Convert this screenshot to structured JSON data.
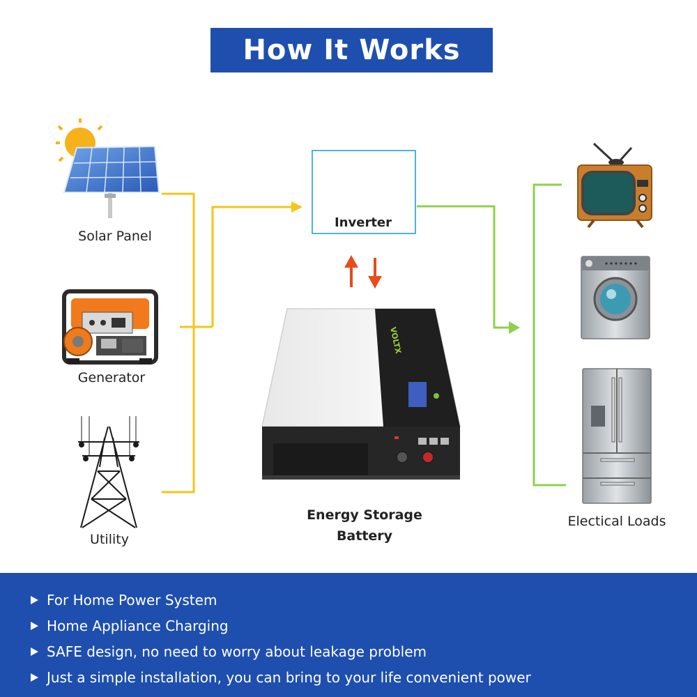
{
  "title": "How It Works",
  "sources": {
    "solar_panel": "Solar Panel",
    "generator": "Generator",
    "utility": "Utility"
  },
  "inverter": {
    "label": "Inverter"
  },
  "battery": {
    "label_line1": "Energy Storage",
    "label_line2": "Battery"
  },
  "loads": {
    "label": "Electical Loads"
  },
  "colors": {
    "brand_blue": "#1e4fae",
    "input_line": "#f5c518",
    "output_line": "#8dd14d",
    "flow_arrow": "#e94b1c",
    "inverter_border": "#4ab3e3"
  },
  "features": [
    "For Home Power System",
    "Home Appliance Charging",
    "SAFE design, no need to worry about leakage problem",
    "Just a simple installation, you can bring to your life convenient power"
  ]
}
